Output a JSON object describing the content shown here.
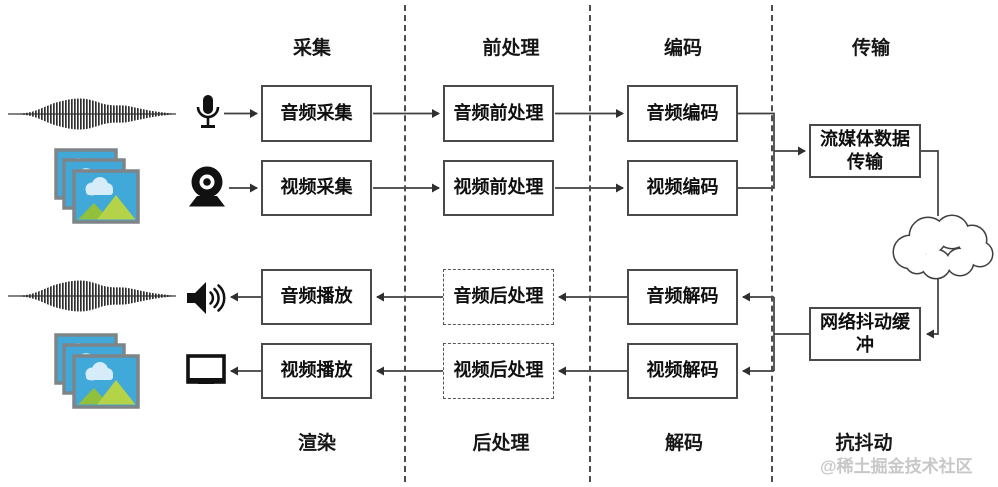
{
  "stages": {
    "top": [
      "采集",
      "前处理",
      "编码",
      "传输"
    ],
    "bottom": [
      "渲染",
      "后处理",
      "解码",
      "抗抖动"
    ]
  },
  "nodes": {
    "audio_capture": "音频采集",
    "video_capture": "视频采集",
    "audio_preprocess": "音频前处理",
    "video_preprocess": "视频前处理",
    "audio_encode": "音频编码",
    "video_encode": "视频编码",
    "stream_transfer": "流媒体数据传输",
    "jitter_buffer": "网络抖动缓冲",
    "audio_decode": "音频解码",
    "video_decode": "视频解码",
    "audio_postprocess": "音频后处理",
    "video_postprocess": "视频后处理",
    "audio_play": "音频播放",
    "video_play": "视频播放"
  },
  "watermark": {
    "text": "@稀土掘金技术社区"
  },
  "icons": {
    "sources": [
      "audio-waveform-icon",
      "image-stack-icon"
    ],
    "devices": [
      "microphone-icon",
      "webcam-icon",
      "speaker-icon",
      "monitor-icon"
    ],
    "network": "cloud-icon"
  },
  "colors": {
    "line": "#3f3f3f",
    "box_border": "#4a4a4a",
    "text": "#0f0f0f",
    "watermark": "#c8c8c8",
    "photo_sky": "#41a8da",
    "photo_frame": "#7e8589",
    "photo_cloud": "#d6ecf8",
    "photo_mountain_dark": "#90c03c",
    "photo_mountain_light": "#b5d348",
    "background": "#ffffff"
  }
}
